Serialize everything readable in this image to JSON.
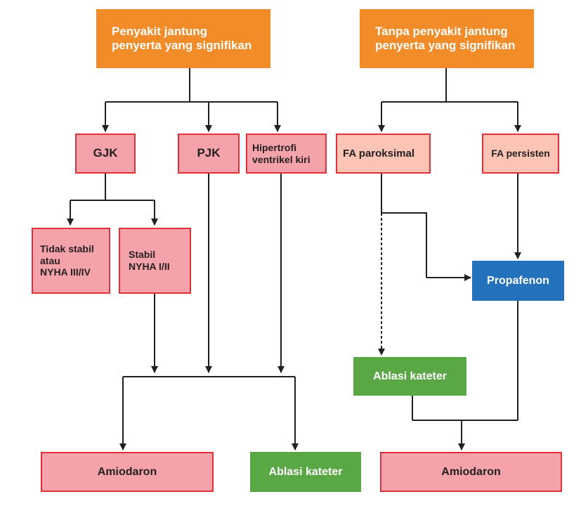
{
  "colors": {
    "orange": "#f28c28",
    "pink_fill": "#f5a3ab",
    "peach_fill": "#fbc4b4",
    "red_border": "#e0303a",
    "blue": "#2472bb",
    "green": "#5aa746",
    "connector": "#231f20"
  },
  "nodes": {
    "with_heart_disease": "Penyakit jantung\npenyerta yang signifikan",
    "without_heart_disease": "Tanpa penyakit jantung\npenyerta yang signifikan",
    "gjk": "GJK",
    "pjk": "PJK",
    "lvh": "Hipertrofi\nventrikel kiri",
    "fa_paroxysmal": "FA paroksimal",
    "fa_persistent": "FA persisten",
    "unstable": "Tidak stabil\natau\nNYHA III/IV",
    "stable": "Stabil\nNYHA I/II",
    "propafenon": "Propafenon",
    "ablation_right": "Ablasi kateter",
    "amiodaron_left": "Amiodaron",
    "ablation_left": "Ablasi kateter",
    "amiodaron_right": "Amiodaron"
  }
}
